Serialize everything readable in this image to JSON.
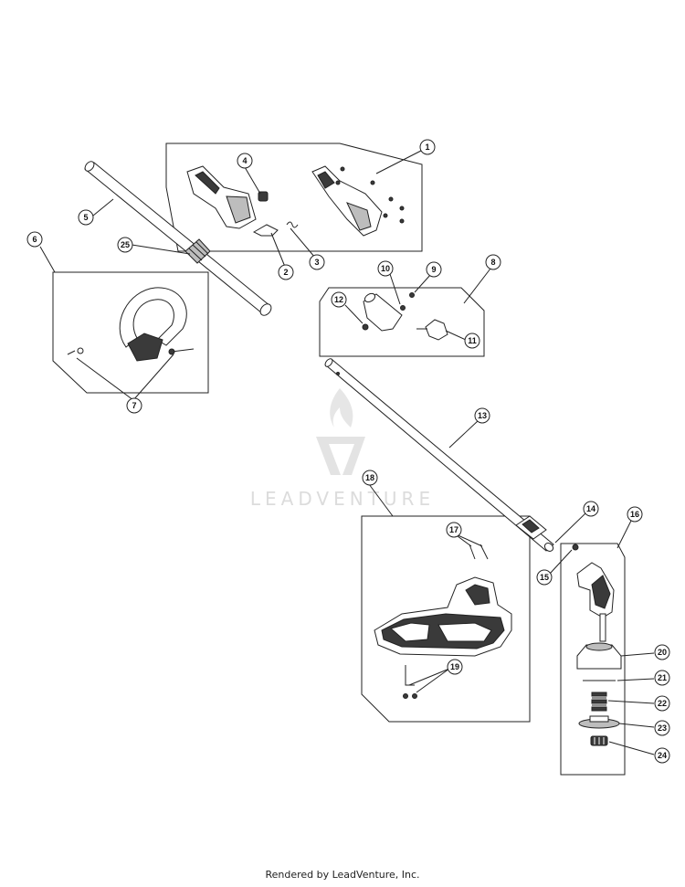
{
  "callouts": [
    {
      "label": "1"
    },
    {
      "label": "2"
    },
    {
      "label": "3"
    },
    {
      "label": "4"
    },
    {
      "label": "5"
    },
    {
      "label": "6"
    },
    {
      "label": "7"
    },
    {
      "label": "8"
    },
    {
      "label": "9"
    },
    {
      "label": "10"
    },
    {
      "label": "11"
    },
    {
      "label": "12"
    },
    {
      "label": "13"
    },
    {
      "label": "14"
    },
    {
      "label": "15"
    },
    {
      "label": "16"
    },
    {
      "label": "17"
    },
    {
      "label": "18"
    },
    {
      "label": "19"
    },
    {
      "label": "20"
    },
    {
      "label": "21"
    },
    {
      "label": "22"
    },
    {
      "label": "23"
    },
    {
      "label": "24"
    },
    {
      "label": "25"
    }
  ],
  "watermark": {
    "text": "LEADVENTURE"
  },
  "footer": {
    "text": "Rendered by LeadVenture, Inc."
  }
}
